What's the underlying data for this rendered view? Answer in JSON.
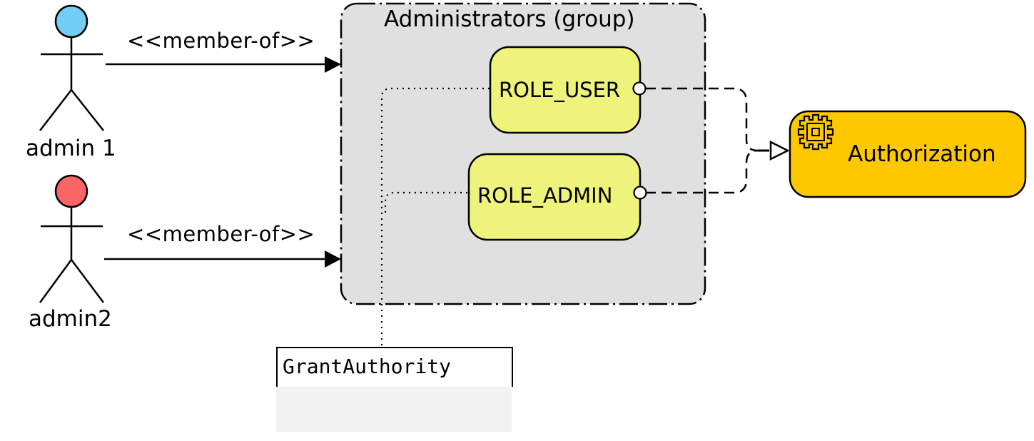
{
  "actors": [
    {
      "name": "admin 1",
      "head_color": "#74cdf6"
    },
    {
      "name": "admin2",
      "head_color": "#fb6565"
    }
  ],
  "relations": {
    "member_of_1": "<<member-of>>",
    "member_of_2": "<<member-of>>"
  },
  "group": {
    "title": "Administrators (group)",
    "fill": "#e0e0e0"
  },
  "roles": [
    {
      "label": "ROLE_USER"
    },
    {
      "label": "ROLE_ADMIN"
    }
  ],
  "role_fill": "#eef37b",
  "component": {
    "label": "Authorization",
    "fill": "#fec800",
    "icon": "gear-icon"
  },
  "note": {
    "label": "GrantAuthority"
  }
}
